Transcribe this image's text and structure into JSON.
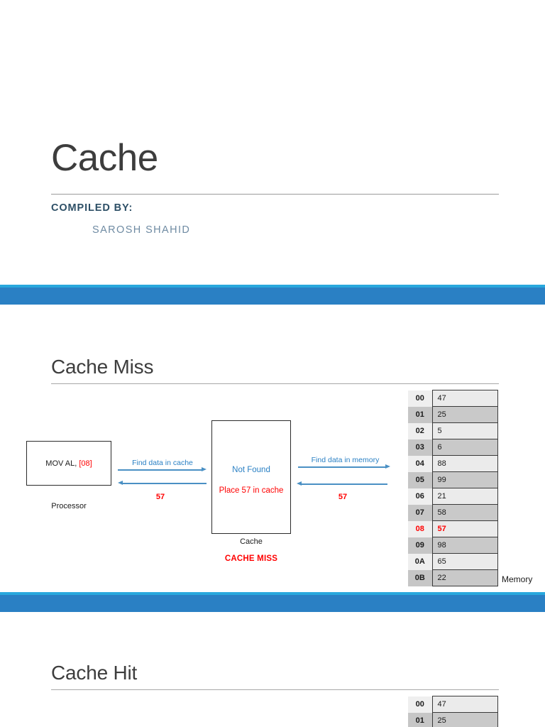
{
  "slide_title": {
    "title": "Cache",
    "compiled_by_label": "COMPILED BY:",
    "author": "SAROSH SHAHID",
    "accent_color": "#2d4f66",
    "author_color": "#6f8ba3"
  },
  "separator": {
    "bar_color": "#2a80c4",
    "stripe_color": "#29a8dd"
  },
  "slide_cache_miss": {
    "heading": "Cache Miss",
    "processor": {
      "instruction_prefix": "MOV AL, ",
      "instruction_address": "[08]",
      "label": "Processor",
      "address_color": "#ff0000"
    },
    "cache": {
      "status": "Not Found",
      "action": "Place 57 in cache",
      "label": "Cache",
      "result_tag": "CACHE MISS",
      "status_color": "#2a80c4",
      "action_color": "#ff0000",
      "result_color": "#ff0000"
    },
    "arrows": {
      "find_in_cache": "Find data in cache",
      "return_to_processor": "57",
      "find_in_memory": "Find data in memory",
      "return_to_cache": "57",
      "line_color": "#4a90c4",
      "label_color": "#2a80c4",
      "value_color": "#ff0000"
    },
    "memory": {
      "label": "Memory",
      "highlight_address": "08",
      "rows": [
        {
          "address": "00",
          "value": "47"
        },
        {
          "address": "01",
          "value": "25"
        },
        {
          "address": "02",
          "value": "5"
        },
        {
          "address": "03",
          "value": "6"
        },
        {
          "address": "04",
          "value": "88"
        },
        {
          "address": "05",
          "value": "99"
        },
        {
          "address": "06",
          "value": "21"
        },
        {
          "address": "07",
          "value": "58"
        },
        {
          "address": "08",
          "value": "57"
        },
        {
          "address": "09",
          "value": "98"
        },
        {
          "address": "0A",
          "value": "65"
        },
        {
          "address": "0B",
          "value": "22"
        }
      ]
    }
  },
  "slide_cache_hit": {
    "heading": "Cache Hit",
    "memory": {
      "rows": [
        {
          "address": "00",
          "value": "47"
        },
        {
          "address": "01",
          "value": "25"
        }
      ]
    }
  }
}
